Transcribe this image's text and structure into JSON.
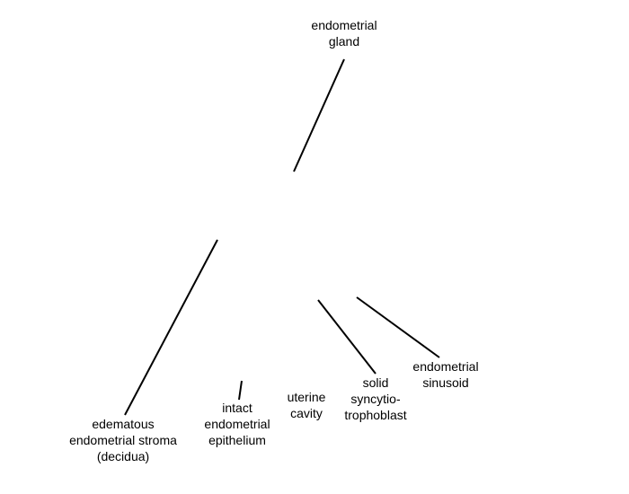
{
  "labels": {
    "endometrial_gland": [
      "endometrial",
      "gland"
    ],
    "edematous_stroma": [
      "edematous",
      "endometrial stroma",
      "(decidua)"
    ],
    "intact_epithelium": [
      "intact",
      "endometrial",
      "epithelium"
    ],
    "uterine_cavity": [
      "uterine",
      "cavity"
    ],
    "syncytiotrophoblast": [
      "solid",
      "syncytio-",
      "trophoblast"
    ],
    "endometrial_sinusoid": [
      "endometrial",
      "sinusoid"
    ]
  },
  "colors": {
    "background": "#ffffff",
    "line": "#000000",
    "text": "#000000"
  }
}
